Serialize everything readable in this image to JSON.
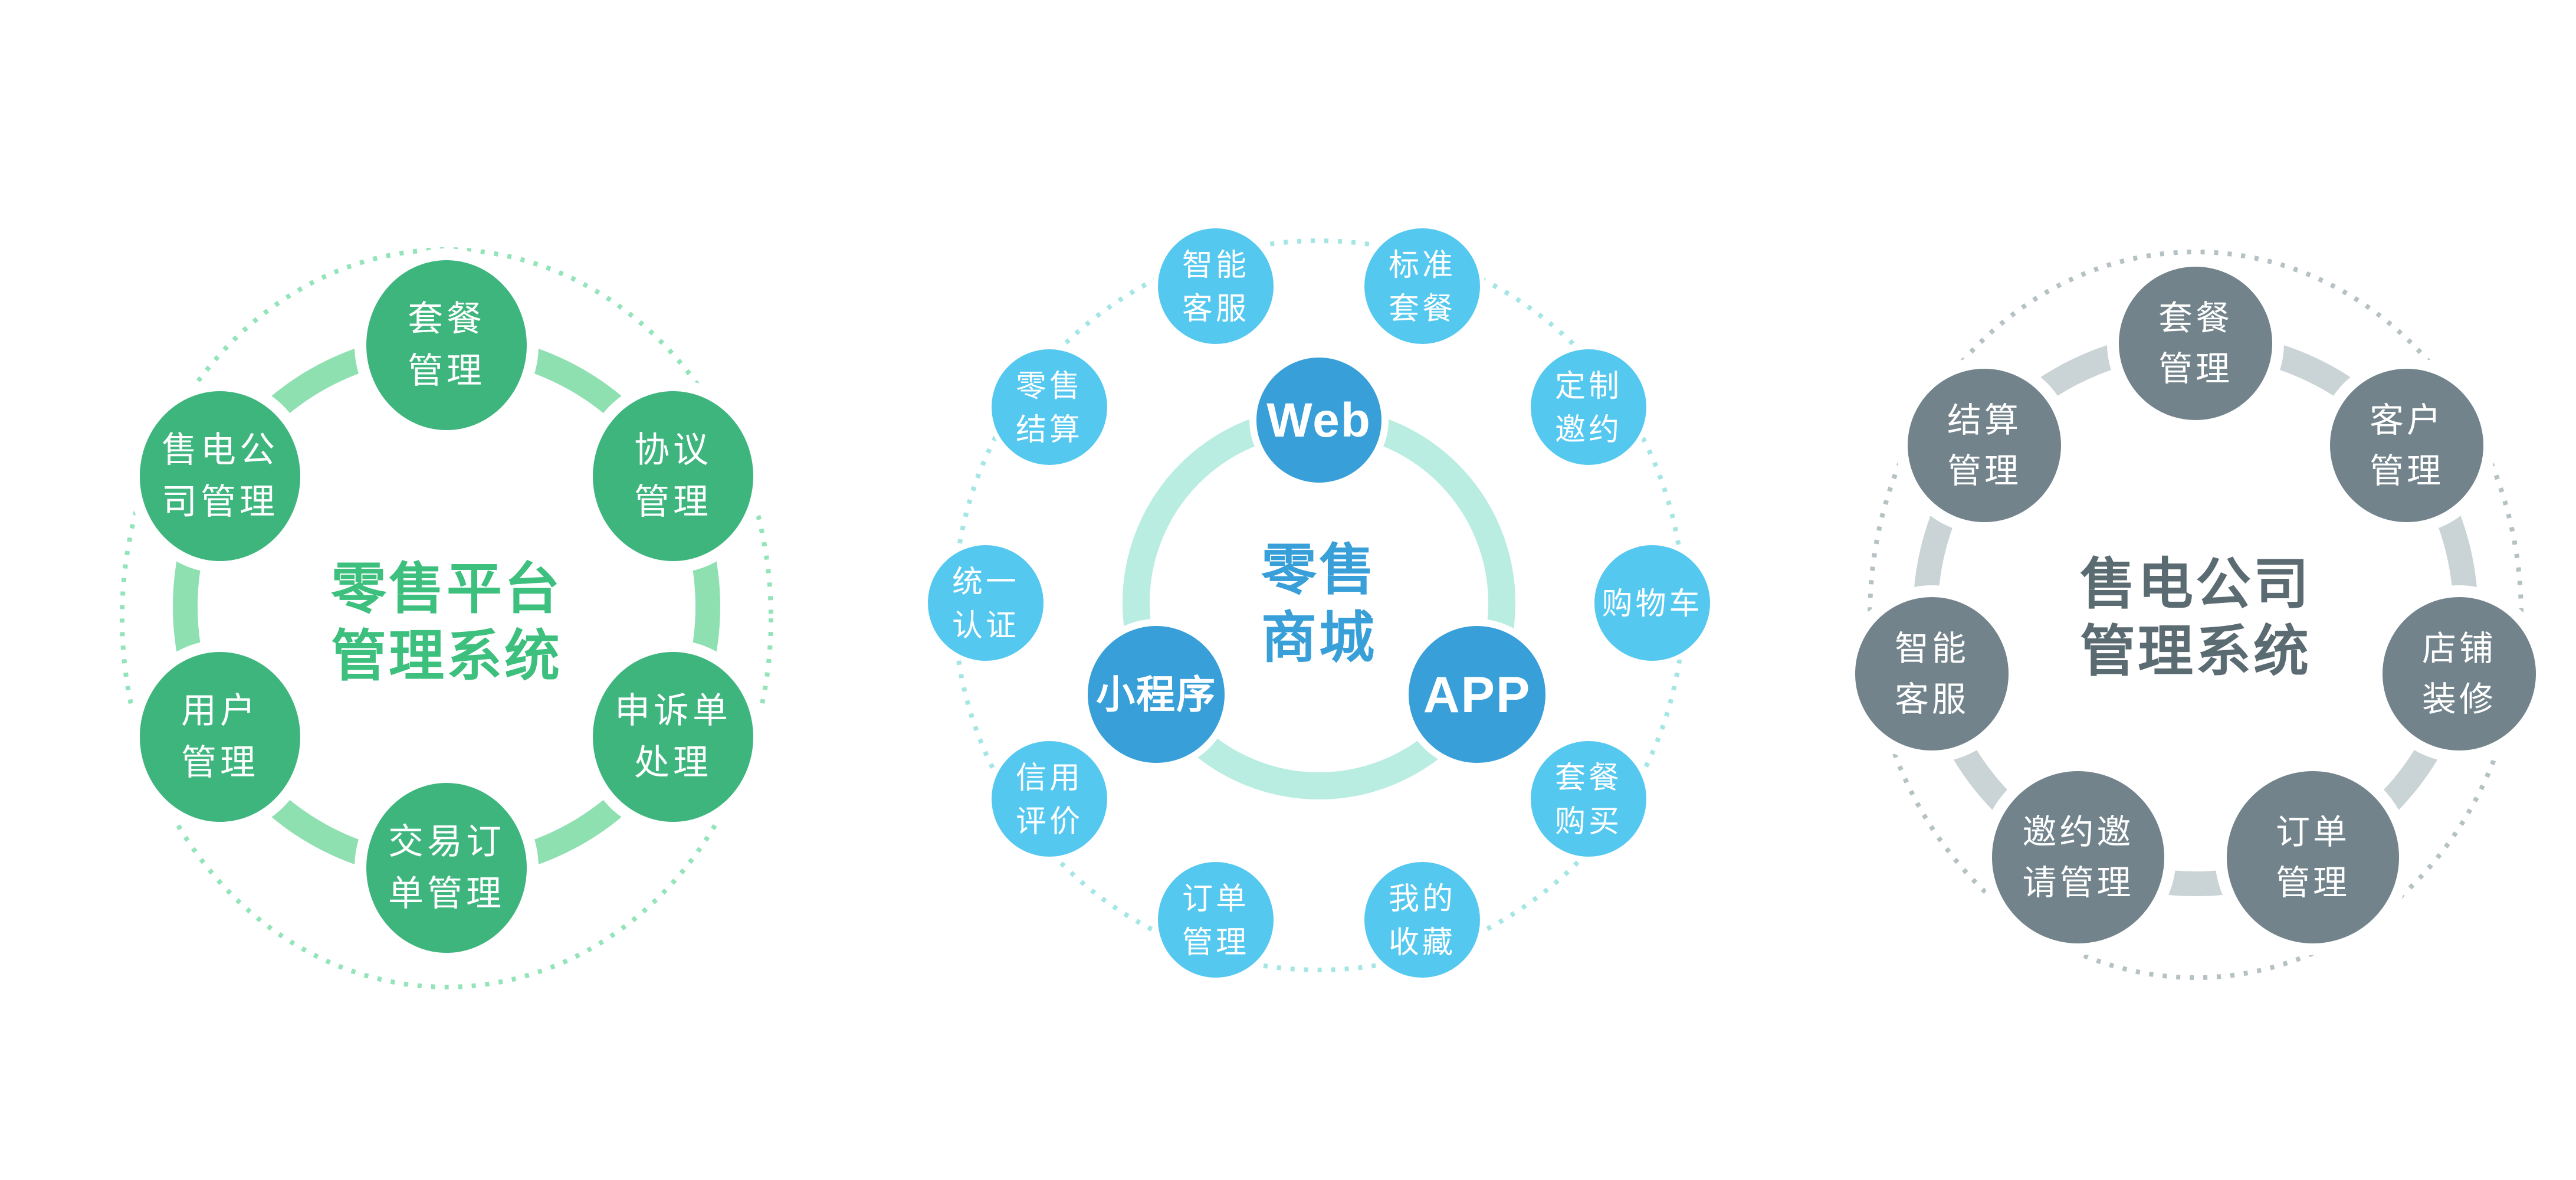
{
  "page": {
    "background": "#FFFFFF",
    "description": "三个环形系统架构图"
  },
  "diagrams": [
    {
      "id": "retail-platform",
      "title": "零售平台管理系统",
      "title_lines": [
        "零售平台",
        "管理系统"
      ],
      "colors": {
        "node": "#3FB57E",
        "ring": "#8EE0B1",
        "dotted": "#93E4B9",
        "title": "#3DBF7D",
        "label": "#FFFFFF"
      },
      "nodes": [
        {
          "label": "套餐管理",
          "lines": [
            "套餐",
            "管理"
          ]
        },
        {
          "label": "协议管理",
          "lines": [
            "协议",
            "管理"
          ]
        },
        {
          "label": "申诉单处理",
          "lines": [
            "申诉单",
            "处理"
          ]
        },
        {
          "label": "交易订单管理",
          "lines": [
            "交易订",
            "单管理"
          ]
        },
        {
          "label": "用户管理",
          "lines": [
            "用户",
            "管理"
          ]
        },
        {
          "label": "售电公司管理",
          "lines": [
            "售电公",
            "司管理"
          ]
        }
      ]
    },
    {
      "id": "retail-mall",
      "title": "零售商城",
      "title_lines": [
        "零售",
        "商城"
      ],
      "colors": {
        "platform_node": "#389FD8",
        "feature_node": "#55C8F0",
        "ring": "#B9EDE1",
        "dotted": "#A5E6E4",
        "title": "#389FD8",
        "label": "#FFFFFF"
      },
      "platform_nodes": [
        {
          "label": "Web"
        },
        {
          "label": "小程序"
        },
        {
          "label": "APP"
        }
      ],
      "feature_nodes": [
        {
          "label": "智能客服",
          "lines": [
            "智能",
            "客服"
          ]
        },
        {
          "label": "标准套餐",
          "lines": [
            "标准",
            "套餐"
          ]
        },
        {
          "label": "定制邀约",
          "lines": [
            "定制",
            "邀约"
          ]
        },
        {
          "label": "购物车",
          "lines": [
            "购物车"
          ]
        },
        {
          "label": "套餐购买",
          "lines": [
            "套餐",
            "购买"
          ]
        },
        {
          "label": "我的收藏",
          "lines": [
            "我的",
            "收藏"
          ]
        },
        {
          "label": "订单管理",
          "lines": [
            "订单",
            "管理"
          ]
        },
        {
          "label": "信用评价",
          "lines": [
            "信用",
            "评价"
          ]
        },
        {
          "label": "统一认证",
          "lines": [
            "统一",
            "认证"
          ]
        },
        {
          "label": "零售结算",
          "lines": [
            "零售",
            "结算"
          ]
        }
      ]
    },
    {
      "id": "electricity-sales-company",
      "title": "售电公司管理系统",
      "title_lines": [
        "售电公司",
        "管理系统"
      ],
      "colors": {
        "node": "#72838B",
        "ring": "#CAD3D5",
        "dotted": "#B5C1C3",
        "title": "#5B6B72",
        "label": "#FFFFFF"
      },
      "nodes": [
        {
          "label": "套餐管理",
          "lines": [
            "套餐",
            "管理"
          ]
        },
        {
          "label": "客户管理",
          "lines": [
            "客户",
            "管理"
          ]
        },
        {
          "label": "店铺装修",
          "lines": [
            "店铺",
            "装修"
          ]
        },
        {
          "label": "订单管理",
          "lines": [
            "订单",
            "管理"
          ]
        },
        {
          "label": "邀约邀请管理",
          "lines": [
            "邀约邀",
            "请管理"
          ]
        },
        {
          "label": "智能客服",
          "lines": [
            "智能",
            "客服"
          ]
        },
        {
          "label": "结算管理",
          "lines": [
            "结算",
            "管理"
          ]
        }
      ]
    }
  ]
}
